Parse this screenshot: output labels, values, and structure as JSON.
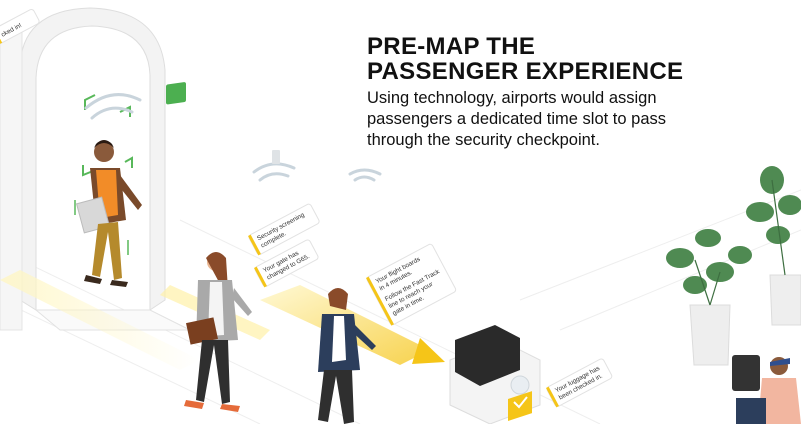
{
  "headline": {
    "title_line_1": "PRE-MAP THE",
    "title_line_2": "PASSENGER EXPERIENCE",
    "body_line_1": "Using technology, airports would assign",
    "body_line_2": "passengers a dedicated time slot to pass",
    "body_line_3": "through the security checkpoint."
  },
  "notifications": {
    "checked_in_partial": "cked in!",
    "security_line_1": "Security screening",
    "security_line_2": "complete.",
    "gate_line_1": "Your gate has",
    "gate_line_2": "changed to G65.",
    "flight_line_1": "Your flight boards",
    "flight_line_2": "in 4 minutes.",
    "flight_line_3": "Follow the Fast Track",
    "flight_line_4": "line to reach your",
    "flight_line_5": "gate in time.",
    "luggage_line_1": "Your luggage has",
    "luggage_line_2": "been checked in."
  },
  "colors": {
    "accent_yellow": "#f5c518",
    "check_green": "#4caf50",
    "frame_green": "#58b85a",
    "text_dark": "#111111"
  },
  "icons": [
    "checkmark-icon",
    "wifi-signal-icon",
    "phone-icon"
  ]
}
